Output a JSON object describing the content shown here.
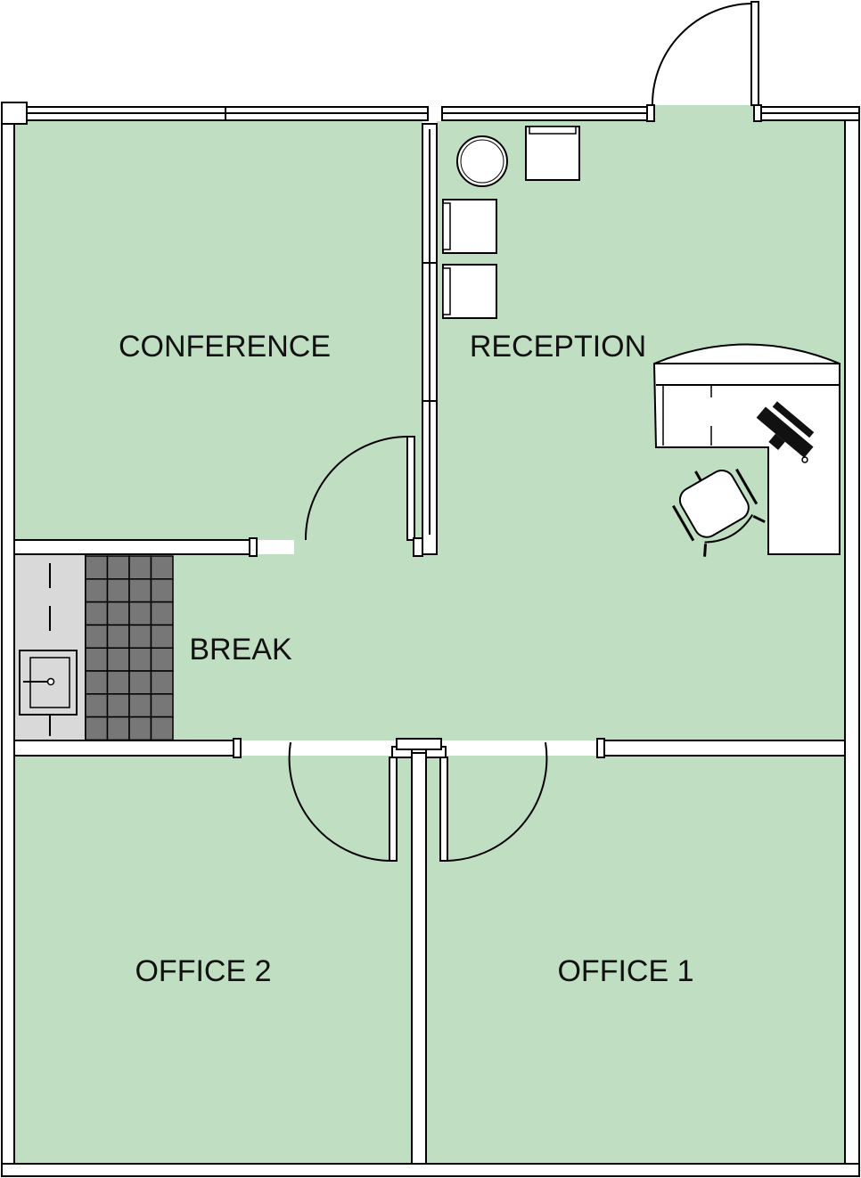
{
  "rooms": {
    "conference": "CONFERENCE",
    "reception": "RECEPTION",
    "break": "BREAK",
    "office2": "OFFICE 2",
    "office1": "OFFICE 1"
  },
  "colors": {
    "floor": "#c0dfc2",
    "counter": "#d9d9d9",
    "tile": "#777777"
  }
}
